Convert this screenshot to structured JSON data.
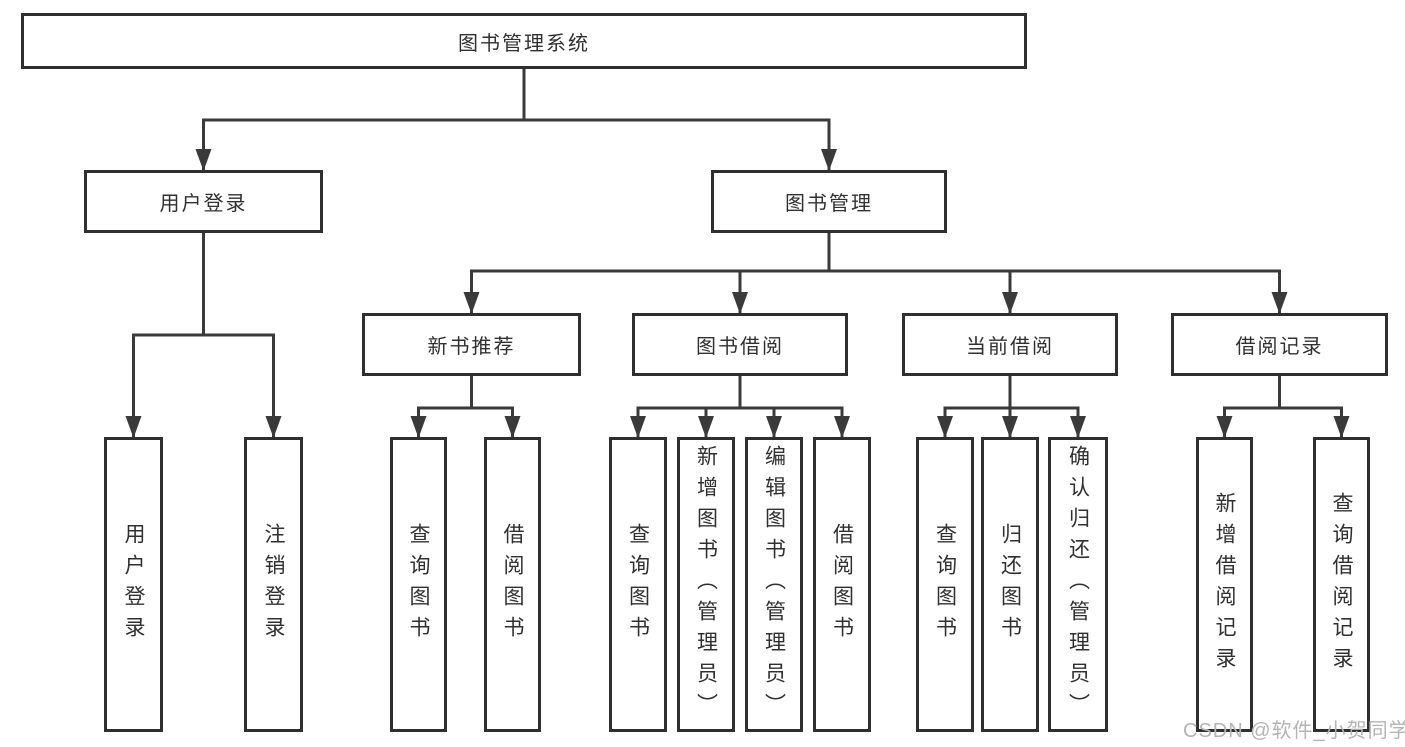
{
  "diagram": {
    "root": {
      "label": "图书管理系统"
    },
    "branches": [
      {
        "label": "用户登录",
        "children": [
          {
            "label": "用户登录"
          },
          {
            "label": "注销登录"
          }
        ]
      },
      {
        "label": "图书管理",
        "children": [
          {
            "label": "新书推荐",
            "children": [
              {
                "label": "查询图书"
              },
              {
                "label": "借阅图书"
              }
            ]
          },
          {
            "label": "图书借阅",
            "children": [
              {
                "label": "查询图书"
              },
              {
                "label": "新增图书（管理员）"
              },
              {
                "label": "编辑图书（管理员）"
              },
              {
                "label": "借阅图书"
              }
            ]
          },
          {
            "label": "当前借阅",
            "children": [
              {
                "label": "查询图书"
              },
              {
                "label": "归还图书"
              },
              {
                "label": "确认归还（管理员）"
              }
            ]
          },
          {
            "label": "借阅记录",
            "children": [
              {
                "label": "新增借阅记录"
              },
              {
                "label": "查询借阅记录"
              }
            ]
          }
        ]
      }
    ]
  },
  "watermark": {
    "text": "CSDN @软件_小贺同学"
  },
  "colors": {
    "line": "#3a3a3a",
    "box_border": "#2f2f2f",
    "text": "#303030",
    "watermark": "#b4b4b4",
    "background": "#ffffff"
  }
}
